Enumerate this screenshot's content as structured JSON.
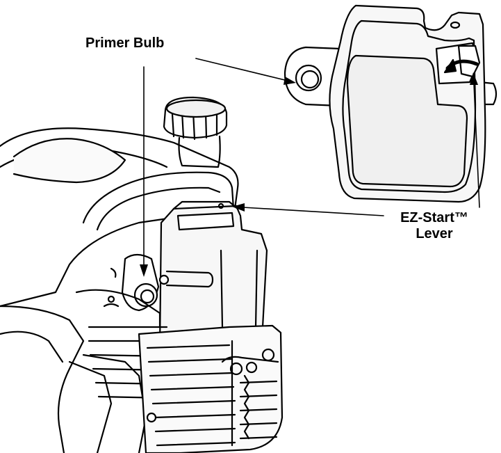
{
  "labels": {
    "primer_bulb": "Primer Bulb",
    "ez_start_line1": "EZ-Start™",
    "ez_start_line2": "Lever"
  },
  "colors": {
    "ink": "#000000",
    "fill_light": "#f2f2f2",
    "fill_white": "#ffffff"
  }
}
